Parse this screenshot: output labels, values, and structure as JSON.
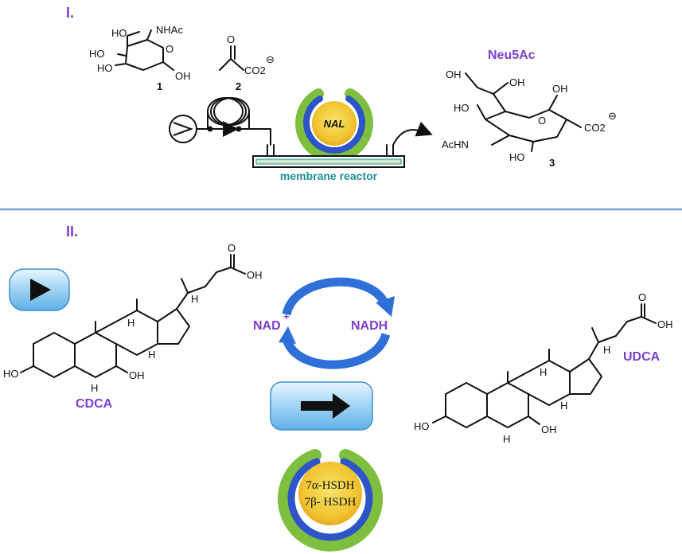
{
  "section_1": {
    "label": "I.",
    "compound_1": {
      "number": "1",
      "groups": [
        "HO",
        "NHAc",
        "HO",
        "HO",
        "O",
        "OH"
      ]
    },
    "compound_2": {
      "number": "2",
      "groups": [
        "O",
        "CO2"
      ],
      "charge": "⊖"
    },
    "enzyme": "NAL",
    "reactor_label": "membrane reactor",
    "product": {
      "name": "Neu5Ac",
      "number": "3",
      "groups": [
        "OH",
        "OH",
        "HO",
        "OH",
        "O",
        "AcHN",
        "HO",
        "CO2"
      ],
      "charge": "⊖"
    }
  },
  "section_2": {
    "label": "II.",
    "substrate": {
      "name": "CDCA",
      "groups": [
        "OH",
        "HO",
        "OH",
        "O",
        "H",
        "H",
        "H",
        "H"
      ]
    },
    "cofactor_cycle": {
      "oxidized": "NAD",
      "oxidized_charge": "+",
      "reduced": "NADH"
    },
    "enzymes": [
      "7α-HSDH",
      "7β- HSDH"
    ],
    "product": {
      "name": "UDCA",
      "groups": [
        "OH",
        "HO",
        "OH",
        "O",
        "H",
        "H",
        "H",
        "H"
      ]
    }
  },
  "colors": {
    "label_purple": "#7a3fd0",
    "arrow_blue": "#2f6fd8",
    "capsule_outer": "#7fbf3f",
    "capsule_mid": "#2d55c8",
    "capsule_core": "#f2c531",
    "divider": "#7aa0d8",
    "reactor_teal": "#1f8f8f"
  },
  "icons": [
    "flow-pump-icon",
    "coil-reactor-icon",
    "play-button-icon",
    "right-arrow-button-icon"
  ]
}
